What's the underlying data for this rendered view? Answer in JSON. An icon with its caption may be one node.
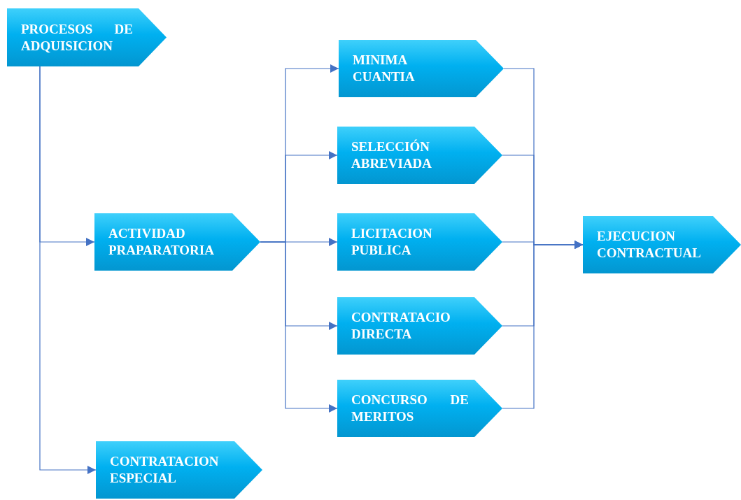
{
  "diagram": {
    "nodes": [
      {
        "text": [
          "PROCESOS DE ADQUISICION"
        ]
      },
      {
        "text": [
          "ACTIVIDAD PRAPARATORIA"
        ]
      },
      {
        "text": [
          "CONTRATACION ESPECIAL"
        ]
      },
      {
        "text": [
          "MINIMA CUANTIA"
        ]
      },
      {
        "text": [
          "SELECCIÓN ABREVIADA"
        ]
      },
      {
        "text": [
          "LICITACION PUBLICA"
        ]
      },
      {
        "text": [
          "CONTRATACIO DIRECTA"
        ]
      },
      {
        "text": [
          "CONCURSO DE MERITOS"
        ]
      },
      {
        "text": [
          "EJECUCION CONTRACTUAL"
        ]
      }
    ],
    "edges": [
      {
        "from": 0,
        "to": 1,
        "arrow": "to"
      },
      {
        "from": 0,
        "to": 2,
        "arrow": "to"
      },
      {
        "from": 1,
        "to": 3,
        "arrow": "to"
      },
      {
        "from": 1,
        "to": 4,
        "arrow": "to"
      },
      {
        "from": 1,
        "to": 5,
        "arrow": "to"
      },
      {
        "from": 1,
        "to": 6,
        "arrow": "to"
      },
      {
        "from": 1,
        "to": 7,
        "arrow": "to"
      },
      {
        "from": 3,
        "to": 8,
        "arrow": "to"
      },
      {
        "from": 4,
        "to": 8,
        "arrow": "to"
      },
      {
        "from": 5,
        "to": 8,
        "arrow": "to"
      },
      {
        "from": 6,
        "to": 8,
        "arrow": "to"
      },
      {
        "from": 7,
        "to": 8,
        "arrow": "to"
      }
    ]
  }
}
